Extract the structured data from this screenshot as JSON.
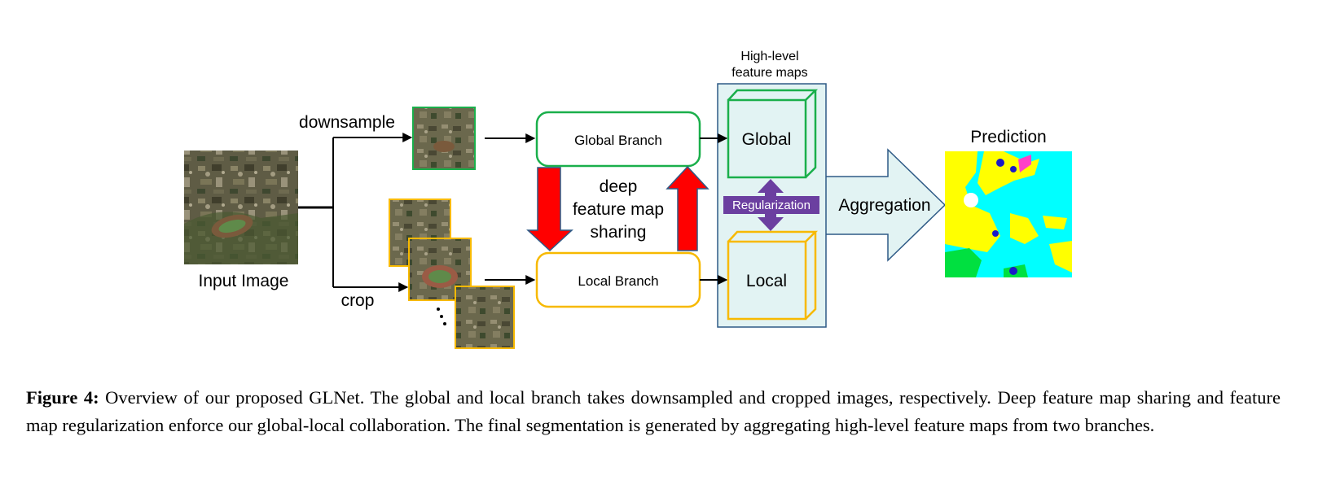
{
  "diagram": {
    "input_label": "Input Image",
    "downsample_label": "downsample",
    "crop_label": "crop",
    "global_branch": "Global Branch",
    "local_branch": "Local Branch",
    "sharing_line1": "deep",
    "sharing_line2": "feature map",
    "sharing_line3": "sharing",
    "highlevel_line1": "High-level",
    "highlevel_line2": "feature maps",
    "global_cube": "Global",
    "local_cube": "Local",
    "regularization": "Regularization",
    "aggregation": "Aggregation",
    "prediction": "Prediction",
    "colors": {
      "global_green": "#1aaf4b",
      "local_yellow": "#f7b900",
      "sharing_red": "#ff0000",
      "regularization_purple": "#6b3fa0",
      "highlevel_fill": "#e2f3f3",
      "border_blue": "#2e5a86"
    }
  },
  "caption": {
    "label": "Figure 4:",
    "text": "Overview of our proposed GLNet. The global and local branch takes downsampled and cropped images, respectively. Deep feature map sharing and feature map regularization enforce our global-local collaboration. The final segmentation is generated by aggregating high-level feature maps from two branches."
  }
}
